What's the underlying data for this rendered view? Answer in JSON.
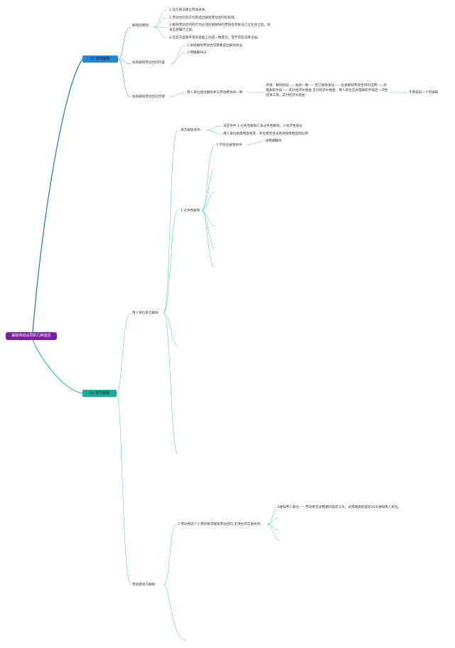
{
  "root": "解除劳动合同的几种途径",
  "branch1": {
    "title": "01 协商解除",
    "sub1": {
      "label": "解除的原则",
      "items": [
        "1.双方依法建立劳动关系。",
        "2.劳动合同双方均有提出解除劳动合同的权限。",
        "3.解除劳动合同的行为必须在被解除的劳动合同依法订立生效之后、尚未全部履行之前。",
        "4.在双方自愿平等的基础上达成一致意见，但不违反法律法规。"
      ]
    },
    "sub2": {
      "label": "协商解除劳动合同内容",
      "items": [
        "1.协商解除劳动合同需要提出解除协议",
        "2.明确解除日"
      ]
    },
    "sub3": {
      "label": "协商解除劳动合同步骤",
      "step": "用人单位提出解除并与劳动者协商一致",
      "detail": "步骤：解除协议——协商一致——签订解除协议——出具解除劳动合同的证明——办理离职手续——支付经济补偿金 支付经济补偿金；用人单位应办理离职手续后一次性结清工资，支付经济补偿金",
      "tail": "不用提前一个月通知"
    }
  },
  "branch2": {
    "title": "02 单方解除",
    "employer": {
      "label": "用人单位单方解除",
      "conditions": {
        "label": "单方解除条件：",
        "items": [
          "法定条件:1.过失性解除2.非过失性解除。3.经济性裁员",
          "用人单位规章制度规定：单位需有合法有效规章制度和纪律"
        ]
      },
      "fault": {
        "label": "1.过失性解除",
        "sub": "1.不符合录用条件",
        "leaf": "试用期解除"
      }
    },
    "employee": {
      "label": "劳动者单方解除",
      "sub": "1.劳动者因个人原因要求解除劳动合同,无须任何实质条件。",
      "leaf": "1通知用人单位——劳动者在试用期内提前三天。试用期满后提前30天通知用人单位。"
    }
  },
  "colors": {
    "root": "#7a1fa2",
    "branch1": "#1e88d6",
    "branch2": "#1fa99c",
    "line_blue": "#2b7fc4",
    "line_teal": "#3cc6b8"
  }
}
